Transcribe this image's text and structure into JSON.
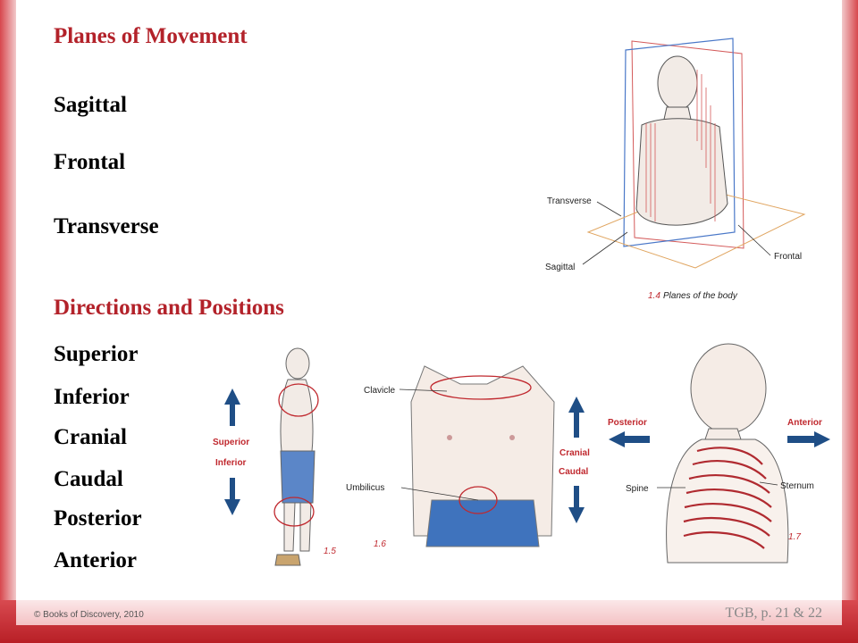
{
  "planes": {
    "heading": "Planes of Movement",
    "items": [
      "Sagittal",
      "Frontal",
      "Transverse"
    ]
  },
  "directions": {
    "heading": "Directions and Positions",
    "items": [
      "Superior",
      "Inferior",
      "Cranial",
      "Caudal",
      "Posterior",
      "Anterior"
    ]
  },
  "fig_planes": {
    "labels": {
      "transverse": "Transverse",
      "sagittal": "Sagittal",
      "frontal": "Frontal"
    },
    "caption_num": "1.4",
    "caption_text": "Planes of the body"
  },
  "fig_side": {
    "labels": {
      "superior": "Superior",
      "inferior": "Inferior"
    },
    "caption_num": "1.5"
  },
  "fig_front": {
    "labels": {
      "clavicle": "Clavicle",
      "umbilicus": "Umbilicus",
      "cranial": "Cranial",
      "caudal": "Caudal"
    },
    "caption_num": "1.6"
  },
  "fig_ribs": {
    "labels": {
      "posterior": "Posterior",
      "anterior": "Anterior",
      "spine": "Spine",
      "sternum": "Sternum"
    },
    "caption_num": "1.7"
  },
  "footer": {
    "copyright": "© Books of Discovery, 2010",
    "reference": "TGB, p. 21 & 22"
  },
  "colors": {
    "heading": "#b3222a",
    "frame": "#c8343a",
    "arrow": "#1f4e86"
  }
}
